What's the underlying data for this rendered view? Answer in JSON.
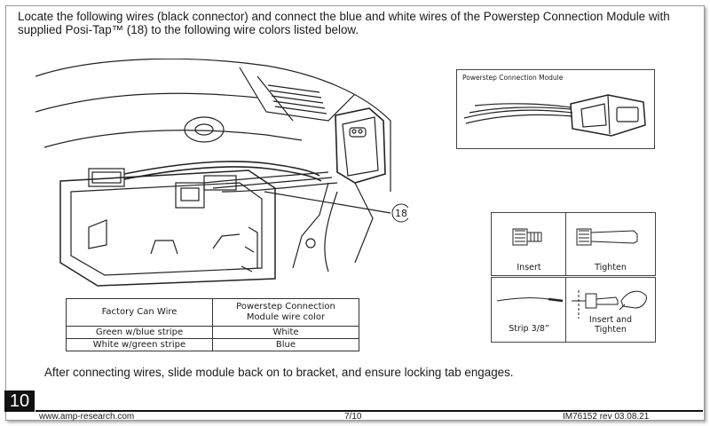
{
  "instructions": {
    "intro": "Locate the following wires (black connector) and connect the blue and white wires of the Powerstep Connection Module with supplied Posi-Tap™ (18) to the following wire colors listed below.",
    "after": "After connecting wires, slide module back on to bracket, and ensure locking tab engages."
  },
  "illustration": {
    "callout": "18",
    "icons": [
      "vehicle-wiring-illustration",
      "connector-plug-icon"
    ]
  },
  "module_panel": {
    "title": "Powerstep Connection Module"
  },
  "steps_panel": {
    "insert": "Insert",
    "tighten": "Tighten",
    "strip": "Strip 3/8”",
    "insert_and": "Insert and",
    "tighten2": "Tighten"
  },
  "wire_table": {
    "headers": [
      "Factory Can Wire",
      "Powerstep Connection",
      "Module wire color"
    ],
    "rows": [
      [
        "Green w/blue stripe",
        "White"
      ],
      [
        "White w/green stripe",
        "Blue"
      ]
    ]
  },
  "step_number": "10",
  "footer": {
    "website": "www.amp-research.com",
    "page": "7/10",
    "doc_rev": "IM76152 rev 03.08.21"
  }
}
